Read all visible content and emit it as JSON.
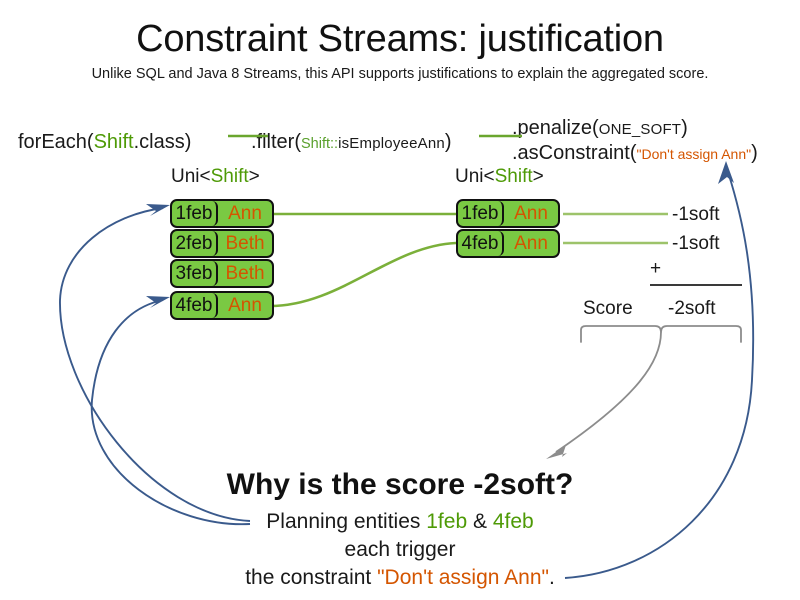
{
  "slide": {
    "title": "Constraint Streams: justification",
    "subtitle": "Unlike SQL and Java 8 Streams, this API supports justifications to explain the aggregated score."
  },
  "colors": {
    "green_accent": "#5aa02c",
    "green_card": "#7ac943",
    "orange_accent": "#d45500",
    "blue_arrow": "#3a5a8c",
    "gray_arrow": "#8c8c8c",
    "black_text": "#111111"
  },
  "code": {
    "for_each": {
      "method": "forEach(",
      "type": "Shift",
      "suffix": ".class)"
    },
    "filter": {
      "method": ".filter(",
      "ref_type": "Shift::",
      "ref_method": "isEmployeeAnn",
      "suffix": ")"
    },
    "penalize": {
      "method": ".penalize(",
      "arg": "ONE_SOFT",
      "suffix": ")"
    },
    "as_constraint": {
      "method": ".asConstraint(",
      "arg": "\"Don't assign Ann\"",
      "suffix": ")"
    }
  },
  "streams": {
    "left": {
      "label_prefix": "Uni<",
      "label_type": "Shift",
      "label_suffix": ">",
      "rows": [
        {
          "date": "1feb",
          "employee": "Ann"
        },
        {
          "date": "2feb",
          "employee": "Beth"
        },
        {
          "date": "3feb",
          "employee": "Beth"
        },
        {
          "date": "4feb",
          "employee": "Ann"
        }
      ]
    },
    "right": {
      "label_prefix": "Uni<",
      "label_type": "Shift",
      "label_suffix": ">",
      "rows": [
        {
          "date": "1feb",
          "employee": "Ann",
          "score": "-1soft"
        },
        {
          "date": "4feb",
          "employee": "Ann",
          "score": "-1soft"
        }
      ]
    }
  },
  "score_block": {
    "operator": "+",
    "label": "Score",
    "total": "-2soft"
  },
  "explanation": {
    "heading": "Why is the score -2soft?",
    "line1_prefix": "Planning entities ",
    "line1_entity_a": "1feb",
    "line1_amp": " & ",
    "line1_entity_b": "4feb",
    "line2": "each trigger",
    "line3_prefix": "the constraint ",
    "line3_constraint": "\"Don't assign Ann\"",
    "line3_suffix": "."
  }
}
